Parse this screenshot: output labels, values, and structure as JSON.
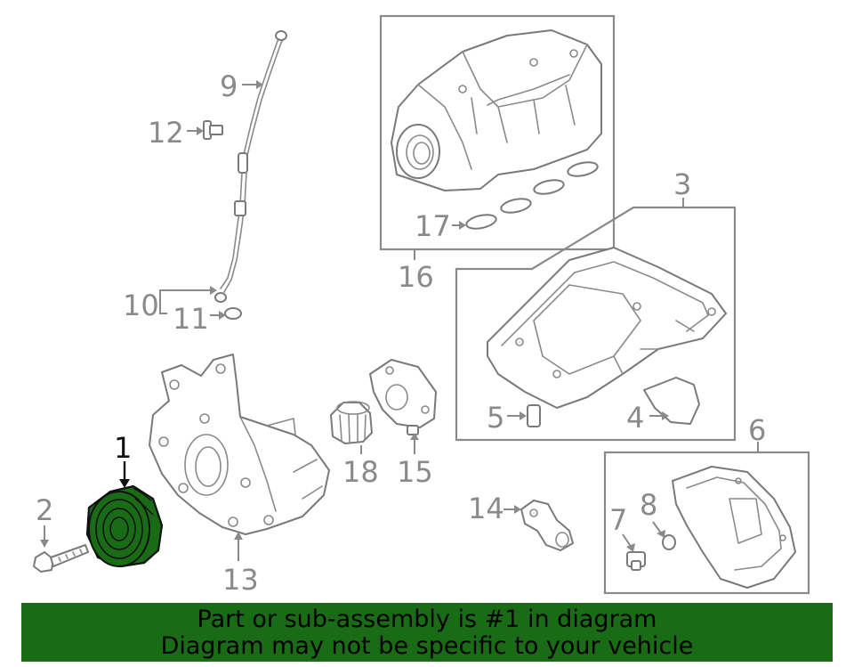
{
  "callouts": {
    "c1": "1",
    "c2": "2",
    "c3": "3",
    "c4": "4",
    "c5": "5",
    "c6": "6",
    "c7": "7",
    "c8": "8",
    "c9": "9",
    "c10": "10",
    "c11": "11",
    "c12": "12",
    "c13": "13",
    "c14": "14",
    "c15": "15",
    "c16": "16",
    "c17": "17",
    "c18": "18"
  },
  "highlight": {
    "color": "#1a6b16",
    "part": "1"
  },
  "banner": {
    "line1": "Part or sub-assembly is #1 in diagram",
    "line2": "Diagram may not be specific to your vehicle"
  }
}
